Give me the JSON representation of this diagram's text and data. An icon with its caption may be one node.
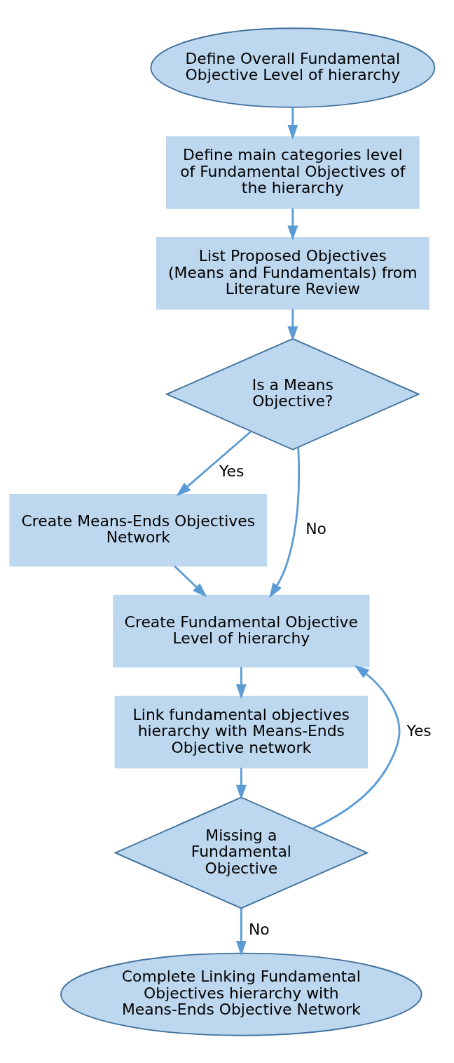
{
  "diagram": {
    "nodes": [
      {
        "text": [
          "Define Overall Fundamental Objective Level of hierarchy"
        ]
      },
      {
        "text": [
          "Define main categories level of Fundamental Objectives of the hierarchy"
        ]
      },
      {
        "text": [
          "List Proposed Objectives (Means and Fundamentals) from Literature Review"
        ]
      },
      {
        "text": [
          "Is a Means Objective?"
        ]
      },
      {
        "text": [
          "Create Means-Ends Objectives Network"
        ]
      },
      {
        "text": [
          "Create Fundamental Objective Level of hierarchy"
        ]
      },
      {
        "text": [
          "Link fundamental objectives hierarchy with Means-Ends Objective network"
        ]
      },
      {
        "text": [
          "Missing a Fundamental Objective"
        ]
      },
      {
        "text": [
          "Complete Linking Fundamental Objectives hierarchy with Means-Ends Objective Network"
        ]
      }
    ],
    "edges": [
      {
        "from": 0,
        "to": 1,
        "arrow": "to"
      },
      {
        "from": 1,
        "to": 2,
        "arrow": "to"
      },
      {
        "from": 2,
        "to": 3,
        "arrow": "to"
      },
      {
        "from": 3,
        "to": 4,
        "arrow": "to",
        "label": "Yes"
      },
      {
        "from": 3,
        "to": 5,
        "arrow": "to",
        "label": "No"
      },
      {
        "from": 4,
        "to": 5,
        "arrow": "to"
      },
      {
        "from": 5,
        "to": 6,
        "arrow": "to"
      },
      {
        "from": 6,
        "to": 7,
        "arrow": "to"
      },
      {
        "from": 7,
        "to": 5,
        "arrow": "to",
        "label": "Yes"
      },
      {
        "from": 7,
        "to": 8,
        "arrow": "to",
        "label": "No"
      }
    ]
  }
}
